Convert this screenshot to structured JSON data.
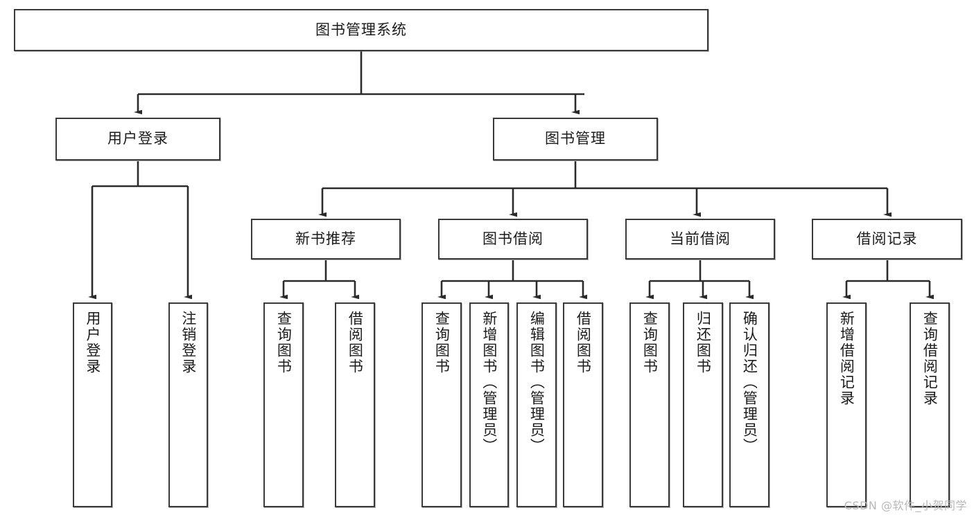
{
  "diagram": {
    "type": "tree",
    "title": "图书管理系统",
    "watermark": "CSDN @软件_小贺同学",
    "colors": {
      "box_border": "#3a3a3a",
      "box_fill": "#ffffff",
      "connector": "#2b2b2b",
      "text": "#1b1b1b",
      "watermark": "#b9b9b9"
    },
    "levels": {
      "root": {
        "label": "图书管理系统"
      },
      "level2": [
        {
          "id": "user-login",
          "label": "用户登录"
        },
        {
          "id": "book-manage",
          "label": "图书管理"
        }
      ],
      "level3": [
        {
          "id": "new-book-rec",
          "label": "新书推荐",
          "parent": "book-manage"
        },
        {
          "id": "book-borrow",
          "label": "图书借阅",
          "parent": "book-manage"
        },
        {
          "id": "current-borrow",
          "label": "当前借阅",
          "parent": "book-manage"
        },
        {
          "id": "borrow-record",
          "label": "借阅记录",
          "parent": "book-manage"
        }
      ],
      "leaves": [
        {
          "id": "leaf-user-login",
          "label": "用户登录",
          "parent": "user-login"
        },
        {
          "id": "leaf-user-logout",
          "label": "注销登录",
          "parent": "user-login"
        },
        {
          "id": "leaf-query-book-1",
          "label": "查询图书",
          "parent": "new-book-rec"
        },
        {
          "id": "leaf-borrow-book-1",
          "label": "借阅图书",
          "parent": "new-book-rec"
        },
        {
          "id": "leaf-query-book-2",
          "label": "查询图书",
          "parent": "book-borrow"
        },
        {
          "id": "leaf-add-book",
          "label": "新增图书（管理员）",
          "parent": "book-borrow"
        },
        {
          "id": "leaf-edit-book",
          "label": "编辑图书（管理员）",
          "parent": "book-borrow"
        },
        {
          "id": "leaf-borrow-book-2",
          "label": "借阅图书",
          "parent": "book-borrow"
        },
        {
          "id": "leaf-query-book-3",
          "label": "查询图书",
          "parent": "current-borrow"
        },
        {
          "id": "leaf-return-book",
          "label": "归还图书",
          "parent": "current-borrow"
        },
        {
          "id": "leaf-confirm-return",
          "label": "确认归还（管理员）",
          "parent": "current-borrow"
        },
        {
          "id": "leaf-add-record",
          "label": "新增借阅记录",
          "parent": "borrow-record"
        },
        {
          "id": "leaf-query-record",
          "label": "查询借阅记录",
          "parent": "borrow-record"
        }
      ]
    }
  }
}
